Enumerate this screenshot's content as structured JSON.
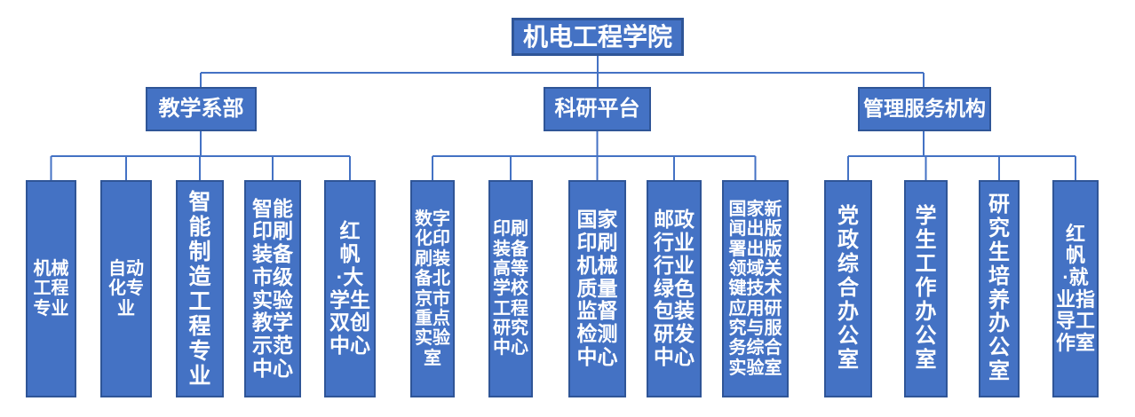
{
  "colors": {
    "node_fill": "#4472C4",
    "node_border": "#2F5597",
    "connector": "#4472C4",
    "text": "#ffffff",
    "background": "#ffffff"
  },
  "org_chart": {
    "type": "org-tree",
    "root": {
      "label": "机电工程学院"
    },
    "branches": [
      {
        "label": "教学系部",
        "children": [
          {
            "label": "机械\n工程\n专业"
          },
          {
            "label": "自动\n化专\n业"
          },
          {
            "label": "智\n能\n制\n造\n工\n程\n专\n业"
          },
          {
            "label": "智能\n印刷\n装备\n市级\n实验\n教学\n示范\n中心"
          },
          {
            "label": "红\n帆\n·大\n学生\n双创\n中心"
          }
        ]
      },
      {
        "label": "科研平台",
        "children": [
          {
            "label": "数字\n化印\n刷装\n备北\n京市\n重点\n实验\n室"
          },
          {
            "label": "印刷\n装备\n高等\n学校\n工程\n研究\n中心"
          },
          {
            "label": "国家\n印刷\n机械\n质量\n监督\n检测\n中心"
          },
          {
            "label": "邮政\n行业\n行业\n绿色\n包装\n研发\n中心"
          },
          {
            "label": "国家新\n闻出版\n署出版\n领域关\n键技术\n应用研\n究与服\n务综合\n实验室"
          }
        ]
      },
      {
        "label": "管理服务机构",
        "children": [
          {
            "label": "党\n政\n综\n合\n办\n公\n室"
          },
          {
            "label": "学\n生\n工\n作\n办\n公\n室"
          },
          {
            "label": "研\n究\n生\n培\n养\n办\n公\n室"
          },
          {
            "label": "红\n帆\n·就\n业指\n导工\n作室"
          }
        ]
      }
    ]
  }
}
